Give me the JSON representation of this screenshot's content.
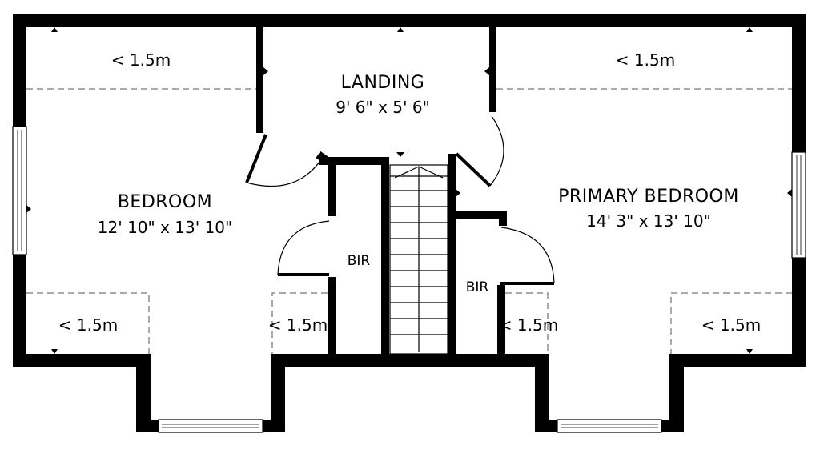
{
  "rooms": {
    "landing": {
      "name": "LANDING",
      "dimensions": "9' 6\" x 5' 6\""
    },
    "bedroom": {
      "name": "BEDROOM",
      "dimensions": "12' 10\" x 13' 10\""
    },
    "primary_bedroom": {
      "name": "PRIMARY BEDROOM",
      "dimensions": "14' 3\" x 13' 10\""
    },
    "bir_left": {
      "name": "BIR"
    },
    "bir_right": {
      "name": "BIR"
    }
  },
  "ceiling_notes": {
    "bedroom_top": "< 1.5m",
    "primary_top": "< 1.5m",
    "bedroom_bottom_left": "< 1.5m",
    "bedroom_bottom_right": "< 1.5m",
    "primary_bottom_left": "< 1.5m",
    "primary_bottom_right": "< 1.5m"
  },
  "colors": {
    "wall": "#000000",
    "background": "#ffffff",
    "dash": "#555555"
  }
}
